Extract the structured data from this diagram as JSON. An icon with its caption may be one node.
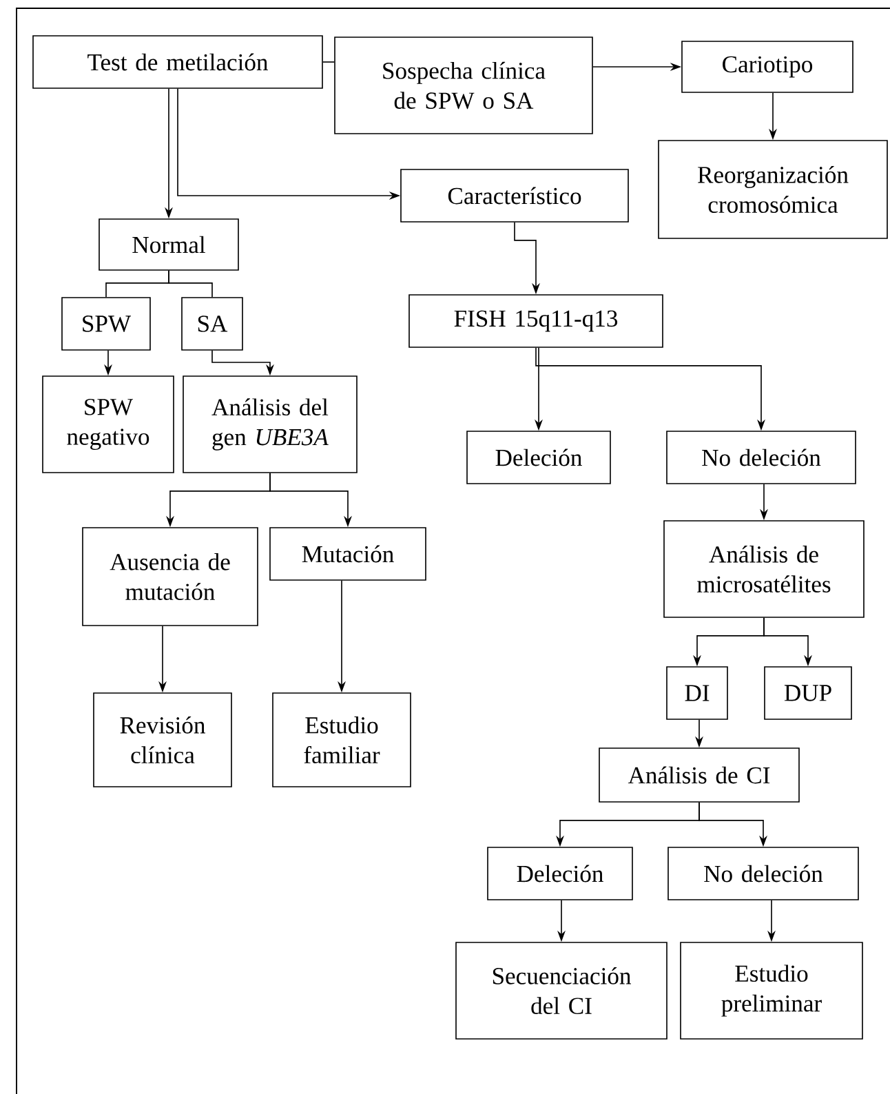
{
  "diagram": {
    "nodes": [
      {
        "text": [
          "Sospecha clínica de SPW o SA"
        ]
      },
      {
        "text": [
          "Test de metilación"
        ]
      },
      {
        "text": [
          "Cariotipo"
        ]
      },
      {
        "text": [
          "Reorganización cromosómica"
        ]
      },
      {
        "text": [
          "Característico"
        ]
      },
      {
        "text": [
          "Normal"
        ]
      },
      {
        "text": [
          "SPW"
        ]
      },
      {
        "text": [
          "SA"
        ]
      },
      {
        "text": [
          "FISH 15q11-q13"
        ]
      },
      {
        "text": [
          "SPW negativo"
        ]
      },
      {
        "text": [
          "Análisis del gen *UBE3A*"
        ]
      },
      {
        "text": [
          "Deleción"
        ]
      },
      {
        "text": [
          "No deleción"
        ]
      },
      {
        "text": [
          "Ausencia de mutación"
        ]
      },
      {
        "text": [
          "Mutación"
        ]
      },
      {
        "text": [
          "Análisis de microsatélites"
        ]
      },
      {
        "text": [
          "DI"
        ]
      },
      {
        "text": [
          "DUP"
        ]
      },
      {
        "text": [
          "Revisión clínica"
        ]
      },
      {
        "text": [
          "Estudio familiar"
        ]
      },
      {
        "text": [
          "Análisis de CI"
        ]
      },
      {
        "text": [
          "Deleción"
        ]
      },
      {
        "text": [
          "No deleción"
        ]
      },
      {
        "text": [
          "Secuenciación del CI"
        ]
      },
      {
        "text": [
          "Estudio preliminar"
        ]
      }
    ],
    "edges": [
      {
        "from": 0,
        "to": 1,
        "arrow": "none"
      },
      {
        "from": 0,
        "to": 2,
        "arrow": "to"
      },
      {
        "from": 2,
        "to": 3,
        "arrow": "to"
      },
      {
        "from": 1,
        "to": 5,
        "arrow": "to"
      },
      {
        "from": 1,
        "to": 4,
        "arrow": "to"
      },
      {
        "from": 4,
        "to": 8,
        "arrow": "to"
      },
      {
        "from": 5,
        "to": 6,
        "arrow": "none"
      },
      {
        "from": 5,
        "to": 7,
        "arrow": "none"
      },
      {
        "from": 6,
        "to": 9,
        "arrow": "to"
      },
      {
        "from": 7,
        "to": 10,
        "arrow": "to"
      },
      {
        "from": 8,
        "to": 11,
        "arrow": "to"
      },
      {
        "from": 8,
        "to": 12,
        "arrow": "to"
      },
      {
        "from": 10,
        "to": 13,
        "arrow": "to"
      },
      {
        "from": 10,
        "to": 14,
        "arrow": "to"
      },
      {
        "from": 12,
        "to": 15,
        "arrow": "to"
      },
      {
        "from": 13,
        "to": 18,
        "arrow": "to"
      },
      {
        "from": 14,
        "to": 19,
        "arrow": "to"
      },
      {
        "from": 15,
        "to": 16,
        "arrow": "to"
      },
      {
        "from": 15,
        "to": 17,
        "arrow": "to"
      },
      {
        "from": 16,
        "to": 20,
        "arrow": "to"
      },
      {
        "from": 20,
        "to": 21,
        "arrow": "to"
      },
      {
        "from": 20,
        "to": 22,
        "arrow": "to"
      },
      {
        "from": 21,
        "to": 23,
        "arrow": "to"
      },
      {
        "from": 22,
        "to": 24,
        "arrow": "to"
      }
    ]
  }
}
